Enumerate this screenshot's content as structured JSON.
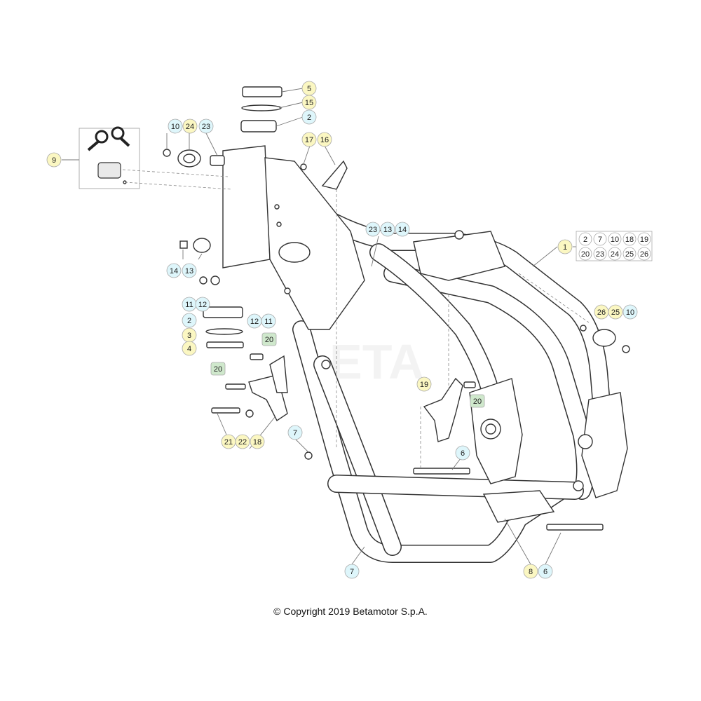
{
  "copyright": "© Copyright 2019 Betamotor S.p.A.",
  "colors": {
    "yellow": "#fbf7c2",
    "cyan": "#def6fb",
    "green": "#cfe8cc",
    "gray": "#ffffff"
  },
  "callouts": [
    {
      "label": "5",
      "color": "yellow"
    },
    {
      "label": "15",
      "color": "yellow"
    },
    {
      "label": "2",
      "color": "cyan"
    },
    {
      "label": "10",
      "color": "cyan"
    },
    {
      "label": "24",
      "color": "yellow"
    },
    {
      "label": "23",
      "color": "cyan"
    },
    {
      "label": "17",
      "color": "yellow"
    },
    {
      "label": "16",
      "color": "yellow"
    },
    {
      "label": "9",
      "color": "yellow"
    },
    {
      "label": "23",
      "color": "cyan"
    },
    {
      "label": "13",
      "color": "cyan"
    },
    {
      "label": "14",
      "color": "cyan"
    },
    {
      "label": "1",
      "color": "yellow"
    },
    {
      "label": "14",
      "color": "cyan"
    },
    {
      "label": "13",
      "color": "cyan"
    },
    {
      "label": "11",
      "color": "cyan"
    },
    {
      "label": "12",
      "color": "cyan"
    },
    {
      "label": "2",
      "color": "cyan"
    },
    {
      "label": "12",
      "color": "cyan"
    },
    {
      "label": "11",
      "color": "cyan"
    },
    {
      "label": "3",
      "color": "yellow"
    },
    {
      "label": "20",
      "color": "green"
    },
    {
      "label": "4",
      "color": "yellow"
    },
    {
      "label": "20",
      "color": "green"
    },
    {
      "label": "26",
      "color": "yellow"
    },
    {
      "label": "25",
      "color": "yellow"
    },
    {
      "label": "10",
      "color": "cyan"
    },
    {
      "label": "19",
      "color": "yellow"
    },
    {
      "label": "20",
      "color": "green"
    },
    {
      "label": "7",
      "color": "cyan"
    },
    {
      "label": "21",
      "color": "yellow"
    },
    {
      "label": "22",
      "color": "yellow"
    },
    {
      "label": "18",
      "color": "yellow"
    },
    {
      "label": "6",
      "color": "cyan"
    },
    {
      "label": "7",
      "color": "cyan"
    },
    {
      "label": "8",
      "color": "yellow"
    },
    {
      "label": "6",
      "color": "cyan"
    }
  ],
  "kit_box": {
    "row1": [
      "2",
      "7",
      "10",
      "18",
      "19"
    ],
    "row2": [
      "20",
      "23",
      "24",
      "25",
      "26"
    ]
  }
}
